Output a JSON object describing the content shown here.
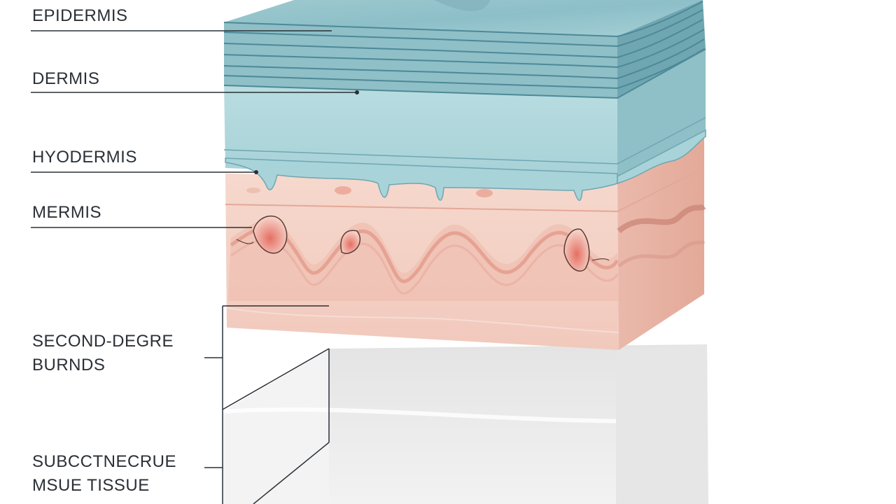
{
  "labels": {
    "epidermis": "EPIDERMIS",
    "dermis": "DERMIS",
    "hypodermis": "HYODERMIS",
    "mermis": "MERMIS",
    "burns_line1": "SECOND-DEGRE",
    "burns_line2": "BURNDS",
    "subcut_line1": "SUBCCTNECRUE",
    "subcut_line2": "MSUE TISSUE"
  },
  "colors": {
    "epidermis_top": "#8fc0c8",
    "epidermis_side": "#6fa6b1",
    "dermis_layer": "#a8d3d9",
    "skin_pink": "#f3cfc4",
    "burn_red": "#e07b6e",
    "subcutaneous": "#ececec",
    "leader_line": "#2a3036"
  }
}
